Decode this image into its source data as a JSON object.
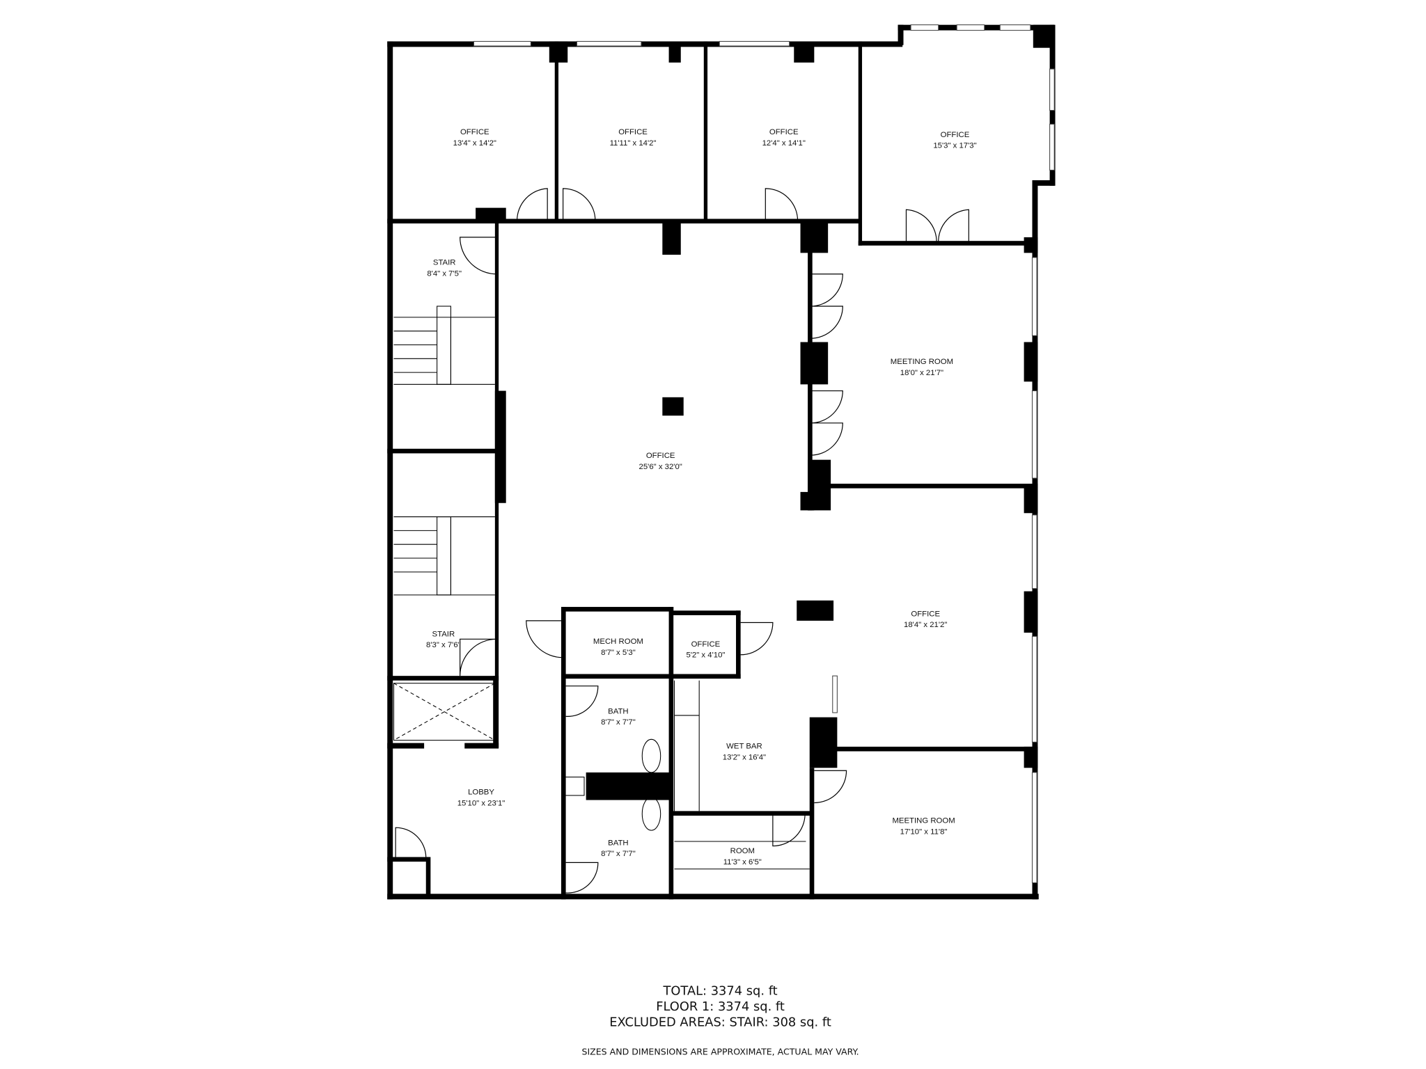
{
  "rooms": [
    {
      "name": "OFFICE",
      "dims": "13'4\" x 14'2\""
    },
    {
      "name": "OFFICE",
      "dims": "11'11\" x 14'2\""
    },
    {
      "name": "OFFICE",
      "dims": "12'4\" x 14'1\""
    },
    {
      "name": "OFFICE",
      "dims": "15'3\" x 17'3\""
    },
    {
      "name": "STAIR",
      "dims": "8'4\" x 7'5\""
    },
    {
      "name": "MEETING ROOM",
      "dims": "18'0\" x 21'7\""
    },
    {
      "name": "OFFICE",
      "dims": "25'6\" x 32'0\""
    },
    {
      "name": "STAIR",
      "dims": "8'3\" x 7'6\""
    },
    {
      "name": "MECH ROOM",
      "dims": "8'7\" x 5'3\""
    },
    {
      "name": "OFFICE",
      "dims": "5'2\" x 4'10\""
    },
    {
      "name": "OFFICE",
      "dims": "18'4\" x 21'2\""
    },
    {
      "name": "BATH",
      "dims": "8'7\" x 7'7\""
    },
    {
      "name": "WET BAR",
      "dims": "13'2\" x 16'4\""
    },
    {
      "name": "LOBBY",
      "dims": "15'10\" x 23'1\""
    },
    {
      "name": "MEETING ROOM",
      "dims": "17'10\" x 11'8\""
    },
    {
      "name": "BATH",
      "dims": "8'7\" x 7'7\""
    },
    {
      "name": "ROOM",
      "dims": "11'3\" x 6'5\""
    }
  ],
  "summary": {
    "total": "TOTAL: 3374 sq. ft",
    "floor": "FLOOR 1: 3374 sq. ft",
    "excluded": "EXCLUDED AREAS: STAIR: 308 sq. ft",
    "disclaimer": "SIZES AND DIMENSIONS ARE APPROXIMATE, ACTUAL MAY VARY."
  }
}
